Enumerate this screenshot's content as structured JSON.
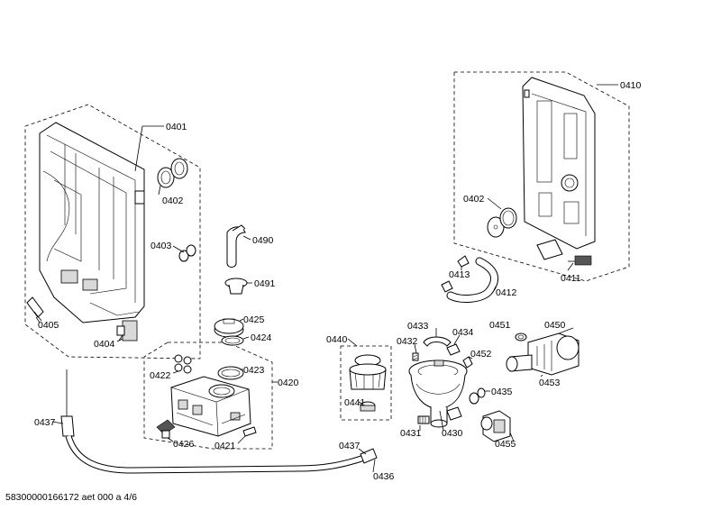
{
  "footer": {
    "document_id": "58300000166172 aet 000 a 4/6"
  },
  "callouts": {
    "c0401": "0401",
    "c0402a": "0402",
    "c0403": "0403",
    "c0404": "0404",
    "c0405": "0405",
    "c0410": "0410",
    "c0402b": "0402",
    "c0411": "0411",
    "c0412": "0412",
    "c0413": "0413",
    "c0490": "0490",
    "c0491": "0491",
    "c0425": "0425",
    "c0424": "0424",
    "c0420": "0420",
    "c0422": "0422",
    "c0423": "0423",
    "c0426": "0426",
    "c0421": "0421",
    "c0437a": "0437",
    "c0437b": "0437",
    "c0436": "0436",
    "c0440": "0440",
    "c0441": "0441",
    "c0432": "0432",
    "c0433": "0433",
    "c0434": "0434",
    "c0452": "0452",
    "c0451": "0451",
    "c0450": "0450",
    "c0453": "0453",
    "c0435": "0435",
    "c0430": "0430",
    "c0431": "0431",
    "c0455": "0455"
  }
}
